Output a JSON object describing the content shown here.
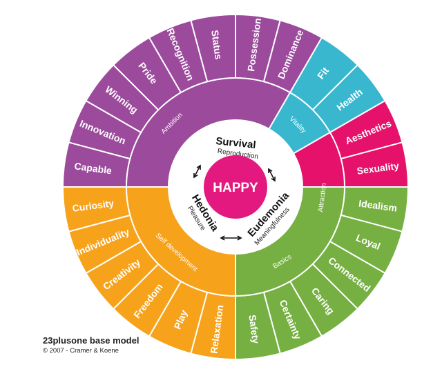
{
  "center": {
    "label": "HAPPY",
    "color": "#e3197f"
  },
  "motives": {
    "survival": {
      "title": "Survival",
      "subtitle": "Reproduction"
    },
    "eudemonia": {
      "title": "Eudemonia",
      "subtitle": "Meaningfulness"
    },
    "hedonia": {
      "title": "Hedonia",
      "subtitle": "Pleasure"
    }
  },
  "categories": [
    {
      "id": "ambition",
      "label": "Ambition",
      "color": "#9b4a9c"
    },
    {
      "id": "vitality",
      "label": "Vitality",
      "color": "#38b7cf"
    },
    {
      "id": "attraction",
      "label": "Attraction",
      "color": "#e5116b"
    },
    {
      "id": "basics",
      "label": "Basics",
      "color": "#76b043"
    },
    {
      "id": "self-development",
      "label": "Self development",
      "color": "#f7a21b"
    }
  ],
  "needs": [
    {
      "label": "Status",
      "category": "ambition"
    },
    {
      "label": "Possession",
      "category": "ambition"
    },
    {
      "label": "Dominance",
      "category": "ambition"
    },
    {
      "label": "Fit",
      "category": "vitality"
    },
    {
      "label": "Health",
      "category": "vitality"
    },
    {
      "label": "Aesthetics",
      "category": "attraction"
    },
    {
      "label": "Sexuality",
      "category": "attraction"
    },
    {
      "label": "Idealism",
      "category": "basics"
    },
    {
      "label": "Loyal",
      "category": "basics"
    },
    {
      "label": "Connected",
      "category": "basics"
    },
    {
      "label": "Caring",
      "category": "basics"
    },
    {
      "label": "Certainty",
      "category": "basics"
    },
    {
      "label": "Safety",
      "category": "basics"
    },
    {
      "label": "Relaxation",
      "category": "self-development"
    },
    {
      "label": "Play",
      "category": "self-development"
    },
    {
      "label": "Freedom",
      "category": "self-development"
    },
    {
      "label": "Creativity",
      "category": "self-development"
    },
    {
      "label": "Individuality",
      "category": "self-development"
    },
    {
      "label": "Curiosity",
      "category": "self-development"
    },
    {
      "label": "Capable",
      "category": "ambition"
    },
    {
      "label": "Innovation",
      "category": "ambition"
    },
    {
      "label": "Winning",
      "category": "ambition"
    },
    {
      "label": "Pride",
      "category": "ambition"
    },
    {
      "label": "Recognition",
      "category": "ambition"
    }
  ],
  "credit": {
    "title": "23plusone base model",
    "subtitle": "© 2007 - Cramer & Koene"
  }
}
